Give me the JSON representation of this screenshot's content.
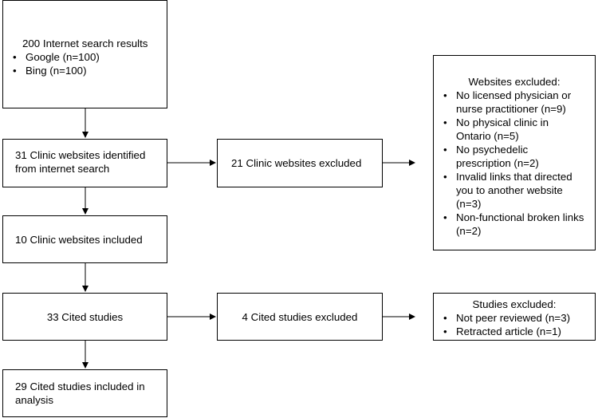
{
  "search": {
    "title": "200 Internet search results",
    "items": [
      "Google (n=100)",
      "Bing (n=100)"
    ]
  },
  "identified": {
    "line1": "31 Clinic websites identified",
    "line2": "from internet search"
  },
  "clinic_excluded": {
    "text": "21 Clinic websites excluded"
  },
  "websites_excluded": {
    "title": "Websites excluded:",
    "items": [
      [
        "No licensed physician or",
        "nurse practitioner (n=9)"
      ],
      [
        "No physical clinic in",
        "Ontario (n=5)"
      ],
      [
        "No psychedelic",
        "prescription (n=2)"
      ],
      [
        "Invalid links that directed",
        "you to another website",
        "(n=3)"
      ],
      [
        "Non-functional broken links",
        "(n=2)"
      ]
    ]
  },
  "included": {
    "text": "10 Clinic websites included"
  },
  "cited": {
    "text": "33 Cited studies"
  },
  "cited_excluded": {
    "text": "4 Cited studies excluded"
  },
  "studies_excluded": {
    "title": "Studies excluded:",
    "items": [
      "Not peer reviewed (n=3)",
      "Retracted article (n=1)"
    ]
  },
  "analysis": {
    "line1": "29 Cited studies included in",
    "line2": "analysis"
  }
}
